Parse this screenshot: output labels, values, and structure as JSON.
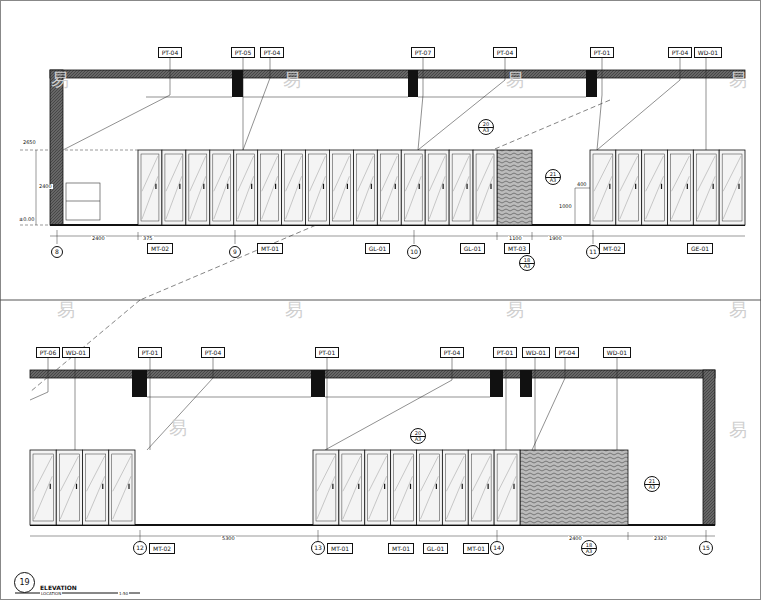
{
  "diagram": {
    "title": "ELEVATION",
    "nodes": [
      {
        "text": [
          "PT-04"
        ]
      },
      {
        "text": [
          "PT-05"
        ]
      },
      {
        "text": [
          "PT-04"
        ]
      },
      {
        "text": [
          "PT-07"
        ]
      },
      {
        "text": [
          "PT-04"
        ]
      },
      {
        "text": [
          "PT-01"
        ]
      },
      {
        "text": [
          "PT-04"
        ]
      },
      {
        "text": [
          "WD-01"
        ]
      },
      {
        "text": [
          "20",
          "A3"
        ]
      },
      {
        "text": [
          "21",
          "A3"
        ]
      },
      {
        "text": [
          "8"
        ]
      },
      {
        "text": [
          "MT-02"
        ]
      },
      {
        "text": [
          "9"
        ]
      },
      {
        "text": [
          "MT-01"
        ]
      },
      {
        "text": [
          "GL-01"
        ]
      },
      {
        "text": [
          "10"
        ]
      },
      {
        "text": [
          "GL-01"
        ]
      },
      {
        "text": [
          "MT-03"
        ]
      },
      {
        "text": [
          "18",
          "A3"
        ]
      },
      {
        "text": [
          "11"
        ]
      },
      {
        "text": [
          "MT-02"
        ]
      },
      {
        "text": [
          "GE-01"
        ]
      },
      {
        "text": [
          "PT-06"
        ]
      },
      {
        "text": [
          "WD-01"
        ]
      },
      {
        "text": [
          "PT-01"
        ]
      },
      {
        "text": [
          "PT-04"
        ]
      },
      {
        "text": [
          "PT-01"
        ]
      },
      {
        "text": [
          "PT-04"
        ]
      },
      {
        "text": [
          "PT-01"
        ]
      },
      {
        "text": [
          "WD-01"
        ]
      },
      {
        "text": [
          "PT-04"
        ]
      },
      {
        "text": [
          "WD-01"
        ]
      },
      {
        "text": [
          "20",
          "A3"
        ]
      },
      {
        "text": [
          "21",
          "A3"
        ]
      },
      {
        "text": [
          "12"
        ]
      },
      {
        "text": [
          "MT-02"
        ]
      },
      {
        "text": [
          "13"
        ]
      },
      {
        "text": [
          "MT-01"
        ]
      },
      {
        "text": [
          "MT-01"
        ]
      },
      {
        "text": [
          "GL-01"
        ]
      },
      {
        "text": [
          "MT-01"
        ]
      },
      {
        "text": [
          "14"
        ]
      },
      {
        "text": [
          "18",
          "A3"
        ]
      },
      {
        "text": [
          "15"
        ]
      },
      {
        "text": [
          "19"
        ]
      }
    ],
    "labels": [
      "2650",
      "2400",
      "±0.00",
      "2400",
      "375",
      "1100",
      "1900",
      "400",
      "1000",
      "5300",
      "2400",
      "2320",
      "LOCATION",
      "1:50",
      "易",
      "易",
      "易",
      "易",
      "易",
      "易",
      "易",
      "易",
      "易",
      "易"
    ]
  }
}
